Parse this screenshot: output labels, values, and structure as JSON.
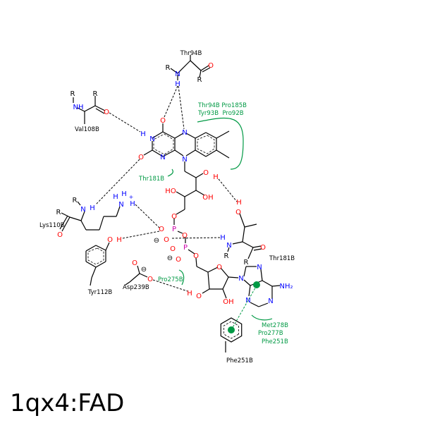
{
  "title": "1qx4:FAD",
  "colors": {
    "carbon": "#000000",
    "nitrogen": "#0000ff",
    "oxygen": "#ff0000",
    "phosphorus": "#cc00aa",
    "interaction": "#009944"
  },
  "residues": [
    "Thr94B",
    "Val108B",
    "Lys110B",
    "Tyr112B",
    "Asp239B",
    "Thr181B",
    "Phe251B"
  ],
  "hydrophobic_labels": [
    "Thr94B Pro185B",
    "Tyr93B  Pro92B",
    "Thr181B",
    "Pro275B",
    "Met278B",
    "Pro277B",
    "Phe251B"
  ],
  "atom_labels": [
    "R",
    "N",
    "H",
    "O",
    "R",
    "R",
    "NH",
    "R",
    "O",
    "O",
    "H",
    "N",
    "O",
    "N",
    "N",
    "N",
    "O",
    "H",
    "HO",
    "OH",
    "O",
    "P",
    "O",
    "O",
    "⊖",
    "O",
    "P",
    "O",
    "O",
    "⊖",
    "O",
    "O",
    "O",
    "H",
    "OH",
    "N",
    "N",
    "N",
    "N",
    "NH₂",
    "H",
    "O",
    "O",
    "H",
    "N",
    "R",
    "R",
    "R",
    "N",
    "H",
    "R",
    "O",
    "H",
    "H",
    "N",
    "H",
    "O",
    "H",
    "O",
    "O",
    "⊖",
    "+"
  ]
}
